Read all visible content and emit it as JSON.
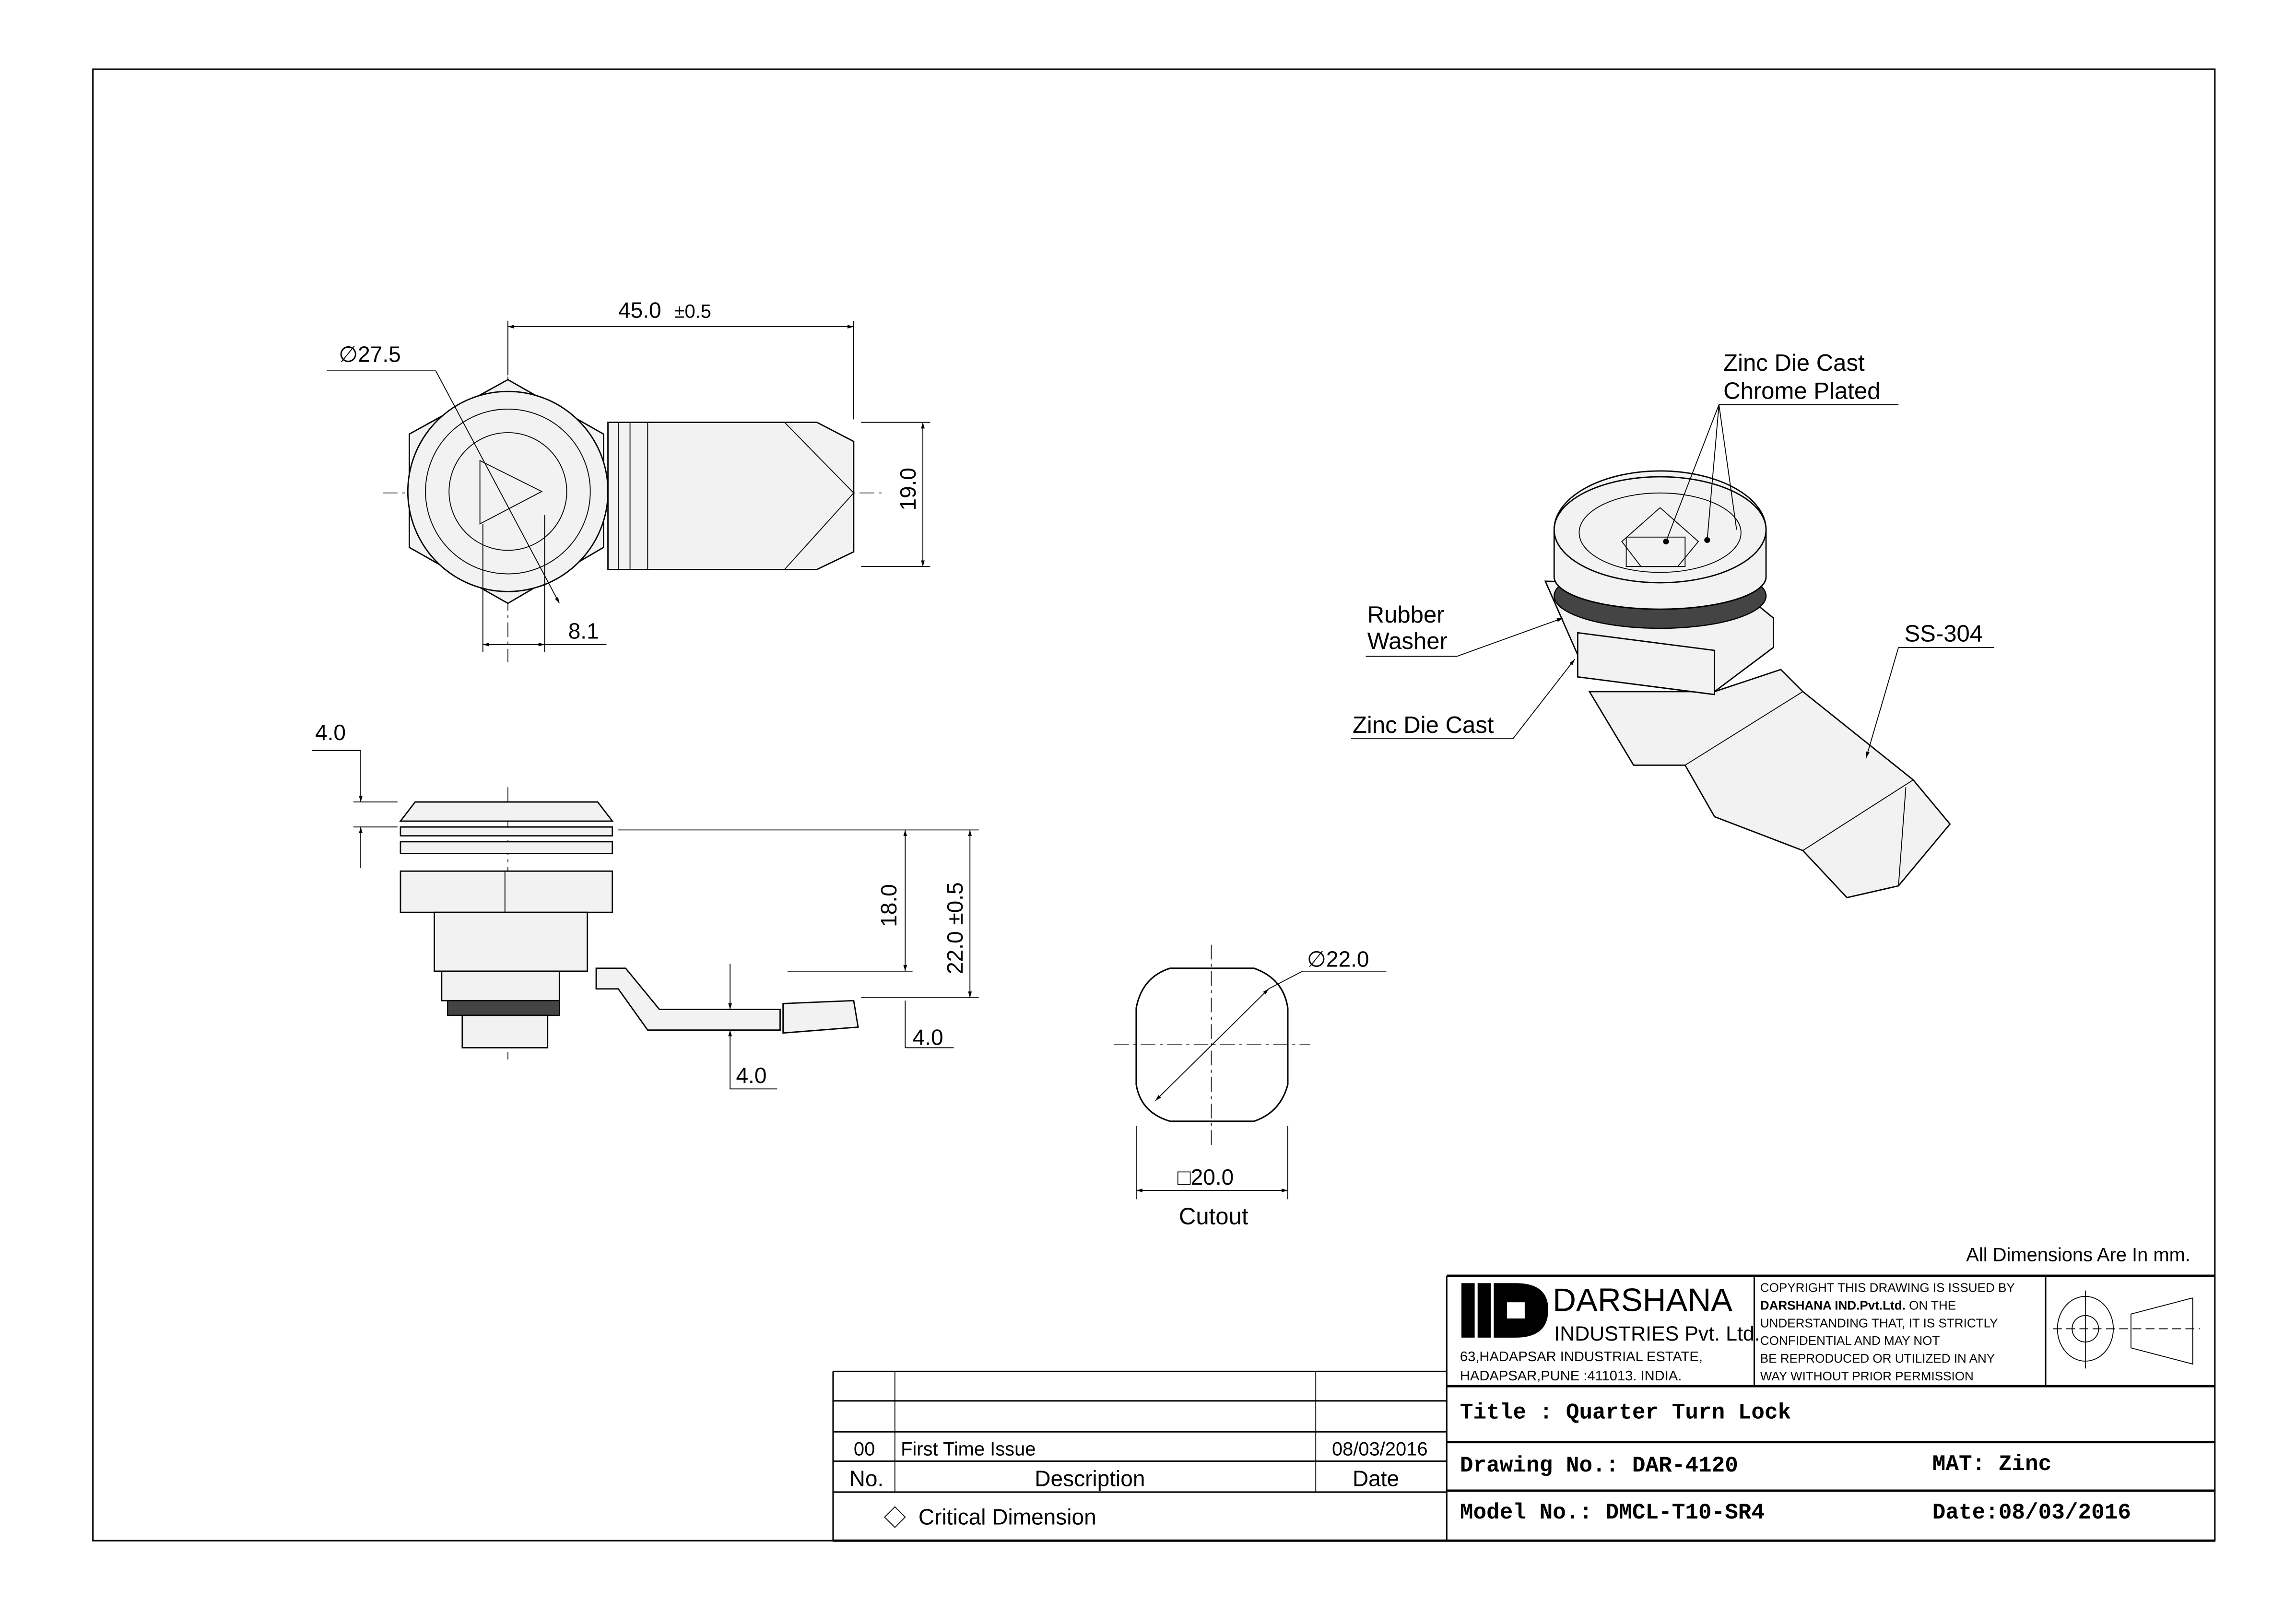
{
  "dimensions": {
    "overall_length": "45.0",
    "overall_length_tol": "±0.5",
    "head_dia": "∅27.5",
    "lever_width": "19.0",
    "key_width": "8.1",
    "head_thickness": "4.0",
    "body_length": "18.0",
    "total_length": "22.0 ±0.5",
    "lever_offset": "4.0",
    "lever_thickness": "4.0",
    "cutout_dia": "∅22.0",
    "cutout_flat": "□20.0",
    "cutout_label": "Cutout"
  },
  "callouts": {
    "head_material_1": "Zinc Die Cast",
    "head_material_2": "Chrome Plated",
    "washer_1": "Rubber",
    "washer_2": "Washer",
    "nut_material": "Zinc Die Cast",
    "lever_material": "SS-304"
  },
  "units_note": "All Dimensions Are In mm.",
  "company": {
    "name": "DARSHANA",
    "sub": "INDUSTRIES Pvt. Ltd.",
    "address_1": "63,HADAPSAR INDUSTRIAL ESTATE,",
    "address_2": "HADAPSAR,PUNE :411013. INDIA."
  },
  "copyright": [
    "COPYRIGHT THIS DRAWING IS ISSUED BY",
    "DARSHANA IND.Pvt.Ltd.",
    " ON THE",
    "UNDERSTANDING THAT, IT IS STRICTLY",
    "CONFIDENTIAL AND MAY NOT",
    "BE REPRODUCED OR UTILIZED IN ANY",
    "WAY WITHOUT PRIOR PERMISSION"
  ],
  "title_block": {
    "title": "Title : Quarter Turn Lock",
    "drawing_no": "Drawing No.: DAR-4120",
    "material": "MAT: Zinc",
    "model_no": "Model No.: DMCL-T10-SR4",
    "date": "Date:08/03/2016"
  },
  "revisions": {
    "headers": {
      "no": "No.",
      "description": "Description",
      "date": "Date"
    },
    "rows": [
      {
        "no": "00",
        "description": "First Time Issue",
        "date": "08/03/2016"
      }
    ],
    "critical_note": "Critical Dimension"
  }
}
